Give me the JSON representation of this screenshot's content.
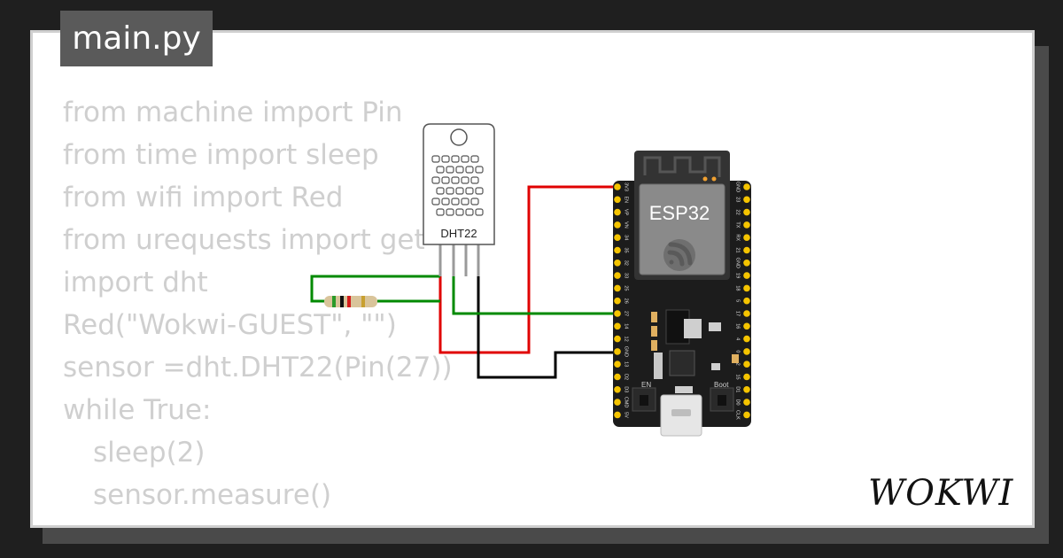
{
  "editor": {
    "tab_label": "main.py",
    "code_lines": [
      {
        "text": "from machine import Pin",
        "indent": 0
      },
      {
        "text": "from time import sleep",
        "indent": 0
      },
      {
        "text": "from wifi import Red",
        "indent": 0
      },
      {
        "text": "from urequests import get",
        "indent": 0
      },
      {
        "text": "import dht",
        "indent": 0
      },
      {
        "text": "Red(\"Wokwi-GUEST\", \"\")",
        "indent": 0
      },
      {
        "text": "sensor =dht.DHT22(Pin(27))",
        "indent": 0
      },
      {
        "text": "while True:",
        "indent": 0
      },
      {
        "text": "sleep(2)",
        "indent": 1
      },
      {
        "text": "sensor.measure()",
        "indent": 1
      }
    ]
  },
  "diagram": {
    "sensor_label": "DHT22",
    "board_label": "ESP32",
    "en_button_label": "EN",
    "boot_button_label": "Boot",
    "left_pins": [
      "3V3",
      "EN",
      "VP",
      "VN",
      "34",
      "35",
      "32",
      "33",
      "25",
      "26",
      "27",
      "14",
      "12",
      "GND",
      "13",
      "D2",
      "D3",
      "CMD",
      "5V"
    ],
    "right_pins": [
      "GND",
      "23",
      "22",
      "TX",
      "RX",
      "21",
      "GND",
      "19",
      "18",
      "5",
      "17",
      "16",
      "4",
      "0",
      "2",
      "15",
      "D1",
      "D0",
      "CLK"
    ],
    "wire_colors": {
      "power": "#e00000",
      "ground": "#000000",
      "data": "#008a00"
    }
  },
  "brand": {
    "logo_text": "WOKWI"
  }
}
